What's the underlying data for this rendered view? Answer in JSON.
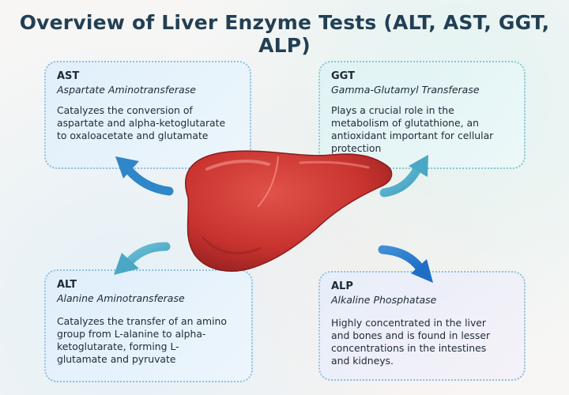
{
  "title": "Overview of Liver Enzyme Tests (ALT, AST, GGT, ALP)",
  "colors": {
    "title": "#223f54",
    "liver": "#c9332f",
    "arrow_teal": "#4aa7c6",
    "arrow_blue": "#1f73c8"
  },
  "cards": {
    "ast": {
      "abbr": "AST",
      "name": "Aspartate Aminotransferase",
      "lines": [
        "Catalyzes the conversion of",
        "aspartate and alpha-ketoglutarate",
        "to oxaloacetate and glutamate"
      ]
    },
    "ggt": {
      "abbr": "GGT",
      "name": "Gamma-Glutamyl Transferase",
      "lines": [
        "Plays a crucial role in the",
        "metabolism of glutathione, an",
        "antioxidant important for cellular",
        "protection"
      ]
    },
    "alt": {
      "abbr": "ALT",
      "name": "Alanine Aminotransferase",
      "lines": [
        "Catalyzes the transfer of an amino",
        "group from L-alanine to alpha-",
        "ketoglutarate, forming L-",
        "glutamate and pyruvate"
      ]
    },
    "alp": {
      "abbr": "ALP",
      "name": "Alkaline Phosphatase",
      "lines": [
        "Highly concentrated in the liver",
        "and bones and is found in lesser",
        "concentrations in the intestines",
        "and kidneys."
      ]
    }
  }
}
